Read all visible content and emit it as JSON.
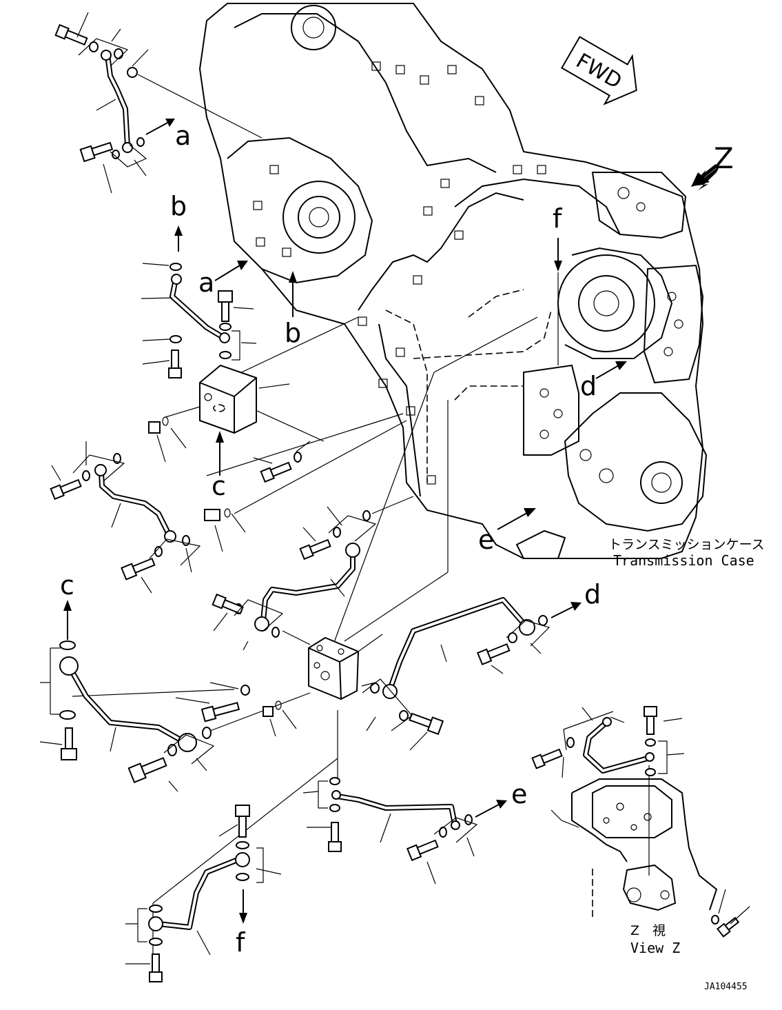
{
  "diagram": {
    "fwd_label": "FWD",
    "view_arrow_label": "Z",
    "connection_labels": [
      "a",
      "a",
      "b",
      "b",
      "c",
      "c",
      "d",
      "d",
      "e",
      "e",
      "f",
      "f"
    ],
    "transmission_case_jp": "トランスミッションケース",
    "transmission_case_en": "Transmission Case",
    "view_z_jp": "Z　視",
    "view_z_en": "View Z",
    "drawing_code": "JA104455"
  }
}
